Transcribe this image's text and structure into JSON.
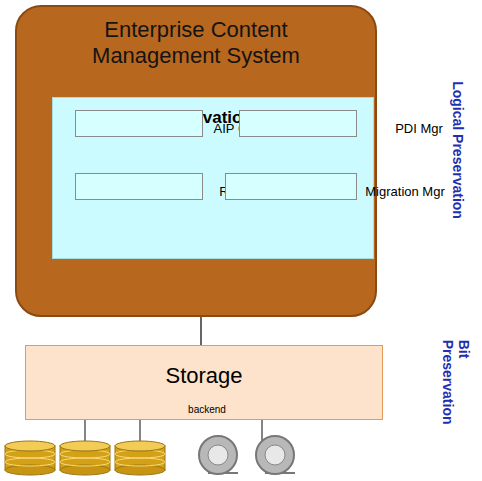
{
  "diagram": {
    "nodes": [
      {
        "text": [
          "Enterprise Content Management System"
        ]
      },
      {
        "text": [
          "Preservation Engine"
        ],
        "in": 0
      },
      {
        "text": [
          "AIP Generator"
        ],
        "in": 1
      },
      {
        "text": [
          "PDI Mgr"
        ],
        "in": 1
      },
      {
        "text": [
          "RepInfo Mgr"
        ],
        "in": 1
      },
      {
        "text": [
          "Migration Mgr"
        ],
        "in": 1
      },
      {
        "text": [
          "Storage"
        ]
      }
    ],
    "edges": [
      {
        "from": 0,
        "to": 6,
        "arrow": "none"
      }
    ],
    "labels": [
      "Logical Preservation",
      "Bit Preservation",
      "backend"
    ]
  }
}
